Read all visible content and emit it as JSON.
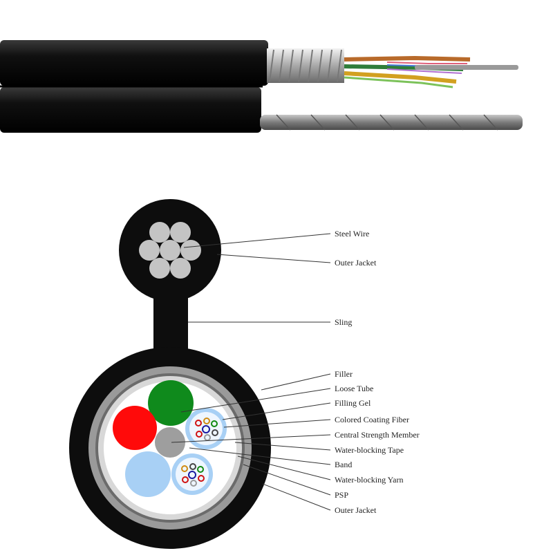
{
  "colors": {
    "jacket": "#0d0d0d",
    "steel": "#c4c4c4",
    "armor": "#9a9a9a",
    "tape": "#d8d8d8",
    "filler_green": "#0f8a1c",
    "filler_red": "#ff0a0a",
    "tube_blue": "#a8d0f5",
    "central_member": "#9e9e9e",
    "leader": "#333333"
  },
  "icons": {
    "photo": "cable-photo-icon",
    "cross_section": "cable-cross-section-icon"
  },
  "labels": [
    {
      "id": "steel-wire",
      "text": "Steel Wire"
    },
    {
      "id": "outer-jacket-top",
      "text": "Outer Jacket"
    },
    {
      "id": "sling",
      "text": "Sling"
    },
    {
      "id": "filler",
      "text": "Filler"
    },
    {
      "id": "loose-tube",
      "text": "Loose Tube"
    },
    {
      "id": "filling-gel",
      "text": "Filling Gel"
    },
    {
      "id": "colored-coating-fiber",
      "text": "Colored Coating Fiber"
    },
    {
      "id": "central-strength-member",
      "text": "Central Strength Member"
    },
    {
      "id": "water-blocking-tape",
      "text": "Water-blocking Tape"
    },
    {
      "id": "band",
      "text": "Band"
    },
    {
      "id": "water-blocking-yarn",
      "text": "Water-blocking Yarn"
    },
    {
      "id": "psp",
      "text": "PSP"
    },
    {
      "id": "outer-jacket-bottom",
      "text": "Outer Jacket"
    }
  ]
}
